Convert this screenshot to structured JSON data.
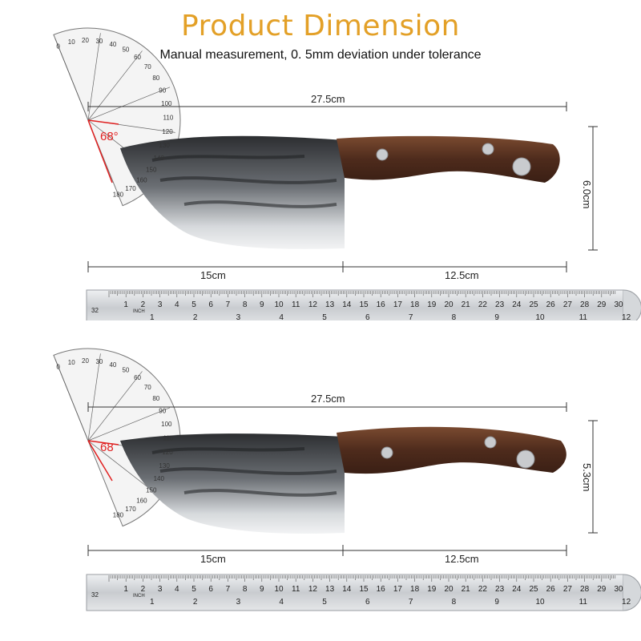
{
  "title": "Product Dimension",
  "subtitle": "Manual measurement, 0. 5mm deviation under tolerance",
  "colors": {
    "title": "#e3a027",
    "handle": "#5a3322",
    "blade": "#b8bcc0",
    "angle": "#e02020"
  },
  "knives": [
    {
      "total_length": "27.5cm",
      "blade_length": "15cm",
      "handle_length": "12.5cm",
      "height": "6.0cm",
      "angle": "68°"
    },
    {
      "total_length": "27.5cm",
      "blade_length": "15cm",
      "handle_length": "12.5cm",
      "height": "5.3cm",
      "angle": "68"
    }
  ],
  "ruler": {
    "cm_labels": [
      "1",
      "2",
      "3",
      "4",
      "5",
      "6",
      "7",
      "8",
      "9",
      "10",
      "11",
      "12",
      "13",
      "14",
      "15",
      "16",
      "17",
      "18",
      "19",
      "20",
      "21",
      "22",
      "23",
      "24",
      "25",
      "26",
      "27",
      "28",
      "29",
      "30"
    ],
    "inch_labels": [
      "1",
      "2",
      "3",
      "4",
      "5",
      "6",
      "7",
      "8",
      "9",
      "10",
      "11",
      "12"
    ],
    "left_label": "32",
    "inch_word": "INCH"
  },
  "protractor": {
    "outer_labels": [
      "0",
      "10",
      "20",
      "30",
      "40",
      "50",
      "60",
      "70",
      "80",
      "90",
      "100",
      "110",
      "120",
      "130",
      "140",
      "150",
      "160",
      "170",
      "180"
    ]
  }
}
